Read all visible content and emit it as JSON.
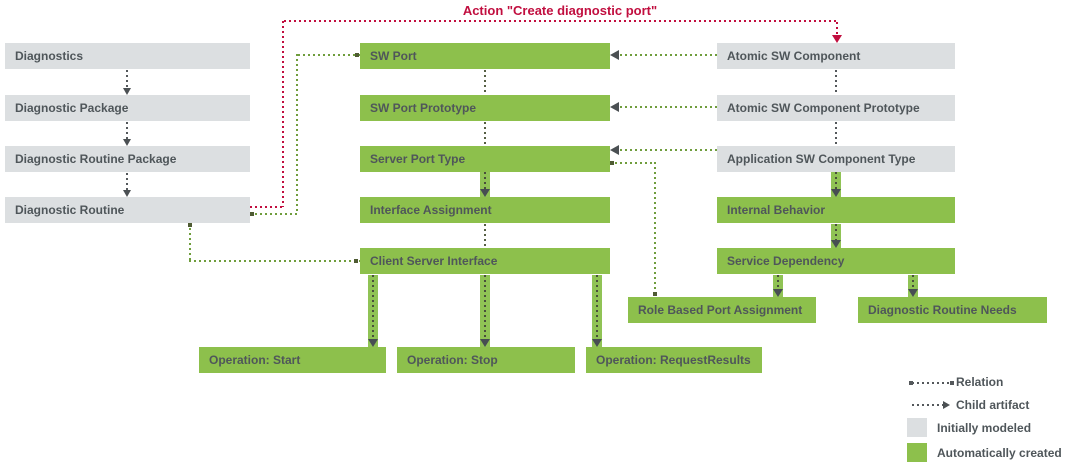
{
  "title": "Action \"Create diagnostic port\"",
  "nodes": {
    "diagnostics": {
      "label": "Diagnostics",
      "type": "initially-modeled"
    },
    "diagnostic_package": {
      "label": "Diagnostic Package",
      "type": "initially-modeled"
    },
    "diagnostic_routine_package": {
      "label": "Diagnostic Routine Package",
      "type": "initially-modeled"
    },
    "diagnostic_routine": {
      "label": "Diagnostic Routine",
      "type": "initially-modeled"
    },
    "sw_port": {
      "label": "SW Port",
      "type": "automatically-created"
    },
    "sw_port_prototype": {
      "label": "SW Port Prototype",
      "type": "automatically-created"
    },
    "server_port_type": {
      "label": "Server Port Type",
      "type": "automatically-created"
    },
    "interface_assignment": {
      "label": "Interface Assignment",
      "type": "automatically-created"
    },
    "client_server_interface": {
      "label": "Client Server Interface",
      "type": "automatically-created"
    },
    "atomic_sw_component": {
      "label": "Atomic SW Component",
      "type": "initially-modeled"
    },
    "atomic_sw_component_prototype": {
      "label": "Atomic SW Component Prototype",
      "type": "initially-modeled"
    },
    "application_sw_component_type": {
      "label": "Application SW Component Type",
      "type": "initially-modeled"
    },
    "internal_behavior": {
      "label": "Internal Behavior",
      "type": "automatically-created"
    },
    "service_dependency": {
      "label": "Service Dependency",
      "type": "automatically-created"
    },
    "operation_start": {
      "label": "Operation: Start",
      "type": "automatically-created"
    },
    "operation_stop": {
      "label": "Operation: Stop",
      "type": "automatically-created"
    },
    "operation_request_results": {
      "label": "Operation: RequestResults",
      "type": "automatically-created"
    },
    "role_based_port_assignment": {
      "label": "Role Based Port Assignment",
      "type": "automatically-created"
    },
    "diagnostic_routine_needs": {
      "label": "Diagnostic Routine Needs",
      "type": "automatically-created"
    }
  },
  "legend": {
    "relation": "Relation",
    "child_artifact": "Child artifact",
    "initially_modeled": "Initially modeled",
    "automatically_created": "Automatically created"
  },
  "colors": {
    "automatically_created_green": "#8dc04c",
    "initially_modeled_gray": "#dcdfe1",
    "action_red": "#c10e3f",
    "label_text": "#4f565a",
    "relation_dot_gray": "#54585b",
    "relation_dot_green": "#6f9d3c"
  }
}
